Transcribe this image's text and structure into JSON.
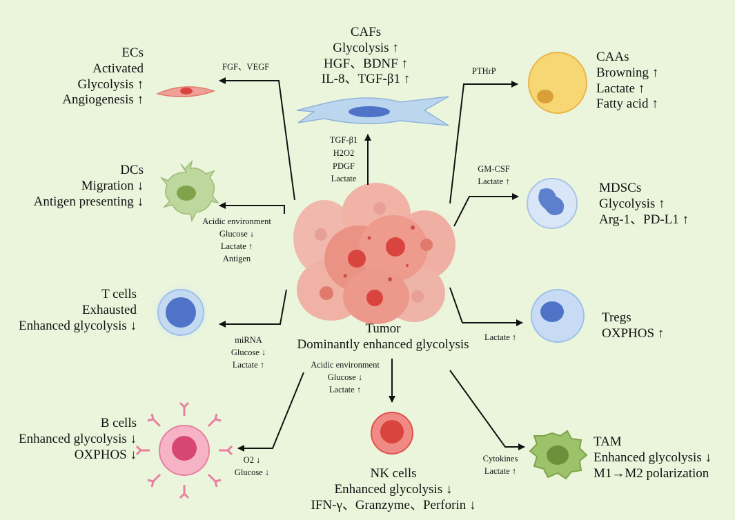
{
  "tumor": {
    "title": "Tumor",
    "subtitle": "Dominantly enhanced glycolysis"
  },
  "cafs": {
    "lines": [
      "CAFs",
      "Glycolysis ↑",
      "HGF、BDNF ↑",
      "IL-8、TGF-β1 ↑"
    ]
  },
  "tumor_to_cafs": {
    "lines": [
      "TGF-β1",
      "H2O2",
      "PDGF",
      "Lactate"
    ]
  },
  "ecs": {
    "lines": [
      "ECs",
      "Activated",
      "Glycolysis ↑",
      "Angiogenesis ↑"
    ],
    "signal": "FGF、VEGF"
  },
  "dcs": {
    "lines": [
      "DCs",
      "Migration ↓",
      "Antigen presenting ↓"
    ],
    "signals": [
      "Acidic environment",
      "Glucose ↓",
      "Lactate ↑",
      "Antigen"
    ]
  },
  "tcells": {
    "lines": [
      "T cells",
      "Exhausted",
      "Enhanced glycolysis ↓"
    ],
    "signals": [
      "miRNA",
      "Glucose ↓",
      "Lactate ↑"
    ]
  },
  "bcells": {
    "lines": [
      "B cells",
      "Enhanced glycolysis ↓",
      "OXPHOS ↓"
    ],
    "signals": [
      "O2 ↓",
      "Glucose ↓"
    ]
  },
  "nkcells": {
    "lines": [
      "NK cells",
      "Enhanced glycolysis ↓",
      "IFN-γ、Granzyme、Perforin ↓"
    ],
    "signals": [
      "Acidic environment",
      "Glucose ↓",
      "Lactate ↑"
    ]
  },
  "caas": {
    "lines": [
      "CAAs",
      "Browning ↑",
      "Lactate ↑",
      "Fatty acid ↑"
    ],
    "signal": "PTHrP"
  },
  "mdscs": {
    "lines": [
      "MDSCs",
      "Glycolysis ↑",
      "Arg-1、PD-L1 ↑"
    ],
    "signals": [
      "GM-CSF",
      "Lactate ↑"
    ]
  },
  "tregs": {
    "lines": [
      "Tregs",
      "OXPHOS ↑"
    ],
    "signal": "Lactate ↑"
  },
  "tam": {
    "lines": [
      "TAM",
      "Enhanced glycolysis ↓",
      "M1→M2 polarization"
    ],
    "signals": [
      "Cytokines",
      "Lactate ↑"
    ]
  },
  "colors": {
    "background": "#eaf5dc",
    "arrow": "#111111",
    "tumor": "#ee9a8c",
    "caf": "#a9c9ea",
    "caa": "#f3cb5a",
    "mdsc": "#6f93d6",
    "treg": "#8fb4e6",
    "tcell": "#4f74c7",
    "bcell": "#e87fa0",
    "nk": "#e0504e",
    "tam": "#8fb74f",
    "dc": "#a6c27a",
    "ec": "#e97c74"
  }
}
